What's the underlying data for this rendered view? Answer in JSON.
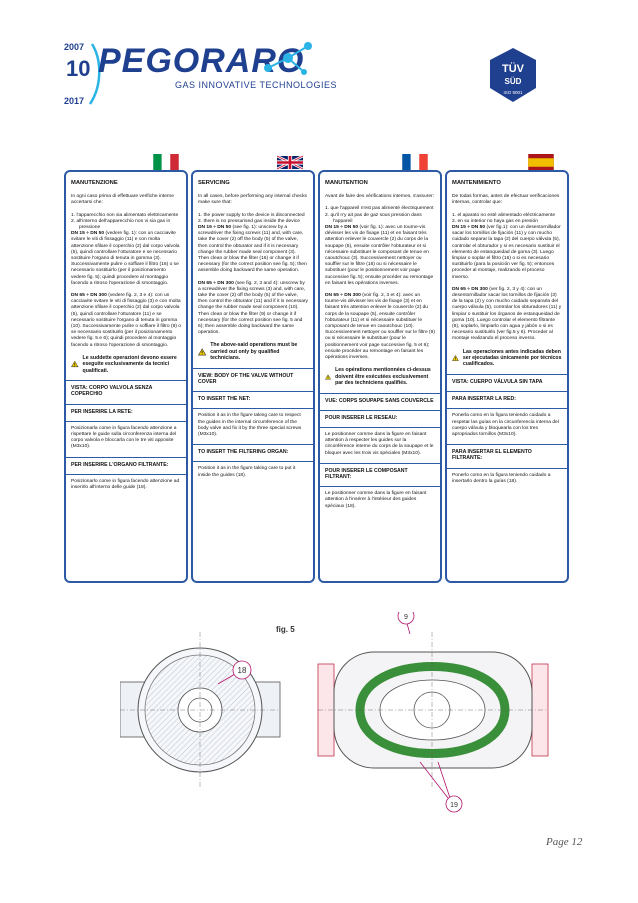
{
  "header": {
    "brand": "PEGORARO",
    "tagline": "GAS INNOVATIVE TECHNOLOGIES",
    "badge_year_top": "2007",
    "badge_number": "10",
    "badge_year_bottom": "2017",
    "cert_top": "TÜV",
    "cert_mid": "SÜD",
    "cert_bottom": "ISO 9001"
  },
  "colors": {
    "brand_blue": "#1f3f8f",
    "frame_blue": "#2d5aa5",
    "accent_cyan": "#2bb3e6",
    "warn_yellow": "#f4d000"
  },
  "columns": [
    {
      "lang": "it",
      "flag_icon": "italy-flag-icon",
      "title": "MANUTENZIONE",
      "intro": "In ogni caso prima di effettuare verifiche interne accertarsi che:",
      "checks": [
        "1. l'apparecchio non sia alimentato elettricamente",
        "2. all'interno dell'apparecchio non vi sia gas in pressione"
      ],
      "dn_small_head": "DN 15 ÷ DN 50",
      "dn_small": " (vedere fig. 1): con un cacciavite svitare le viti di fissaggio (11) e con molta attenzione sfilare il coperchio (2) dal corpo valvola (5), quindi controllare l'otturatore e se necessario sostituire l'organo di tenuta in gomma (3). Successivamente pulire o soffiare il filtro (16) o se necessario sostituirlo (per il posizionamento vedere fig. 5); quindi procedere al montaggio facendo a ritroso l'operazione di smontaggio.",
      "dn_large_head": "DN 65 ÷ DN 300",
      "dn_large": " (vedere fig. 2, 3 e 4): con un cacciavite svitare le viti di fissaggio (3) e con molta attenzione sfilare il coperchio (2) dal corpo valvola (5), quindi controllare l'otturatore (11) e se necessario sostituire l'organo di tenuta in gomma (10). Successivamente pulire o soffiare il filtro (9) o se necessario sostituirlo (per il posizionamento vedere fig. 5 e 6); quindi procedere al montaggio facendo a ritroso l'operazione di smontaggio.",
      "warning": "Le suddette operazioni devono essere eseguite esclusivamente da tecnici qualificati.",
      "view": "VISTA: CORPO VALVOLA SENZA COPERCHIO",
      "net_title": "PER INSERIRE LA RETE:",
      "net": "Posizionarla come in figura facendo attenzione a rispettare le guide sulla circonferenza interna del corpo valvola e bloccarla con le tre viti apposite (M3x10).",
      "organ_title": "PER INSERIRE L'ORGANO FILTRANTE:",
      "organ": "Posizionarlo come in figura facendo attenzione ad inserirlo all'interno delle guide (18)."
    },
    {
      "lang": "en",
      "flag_icon": "uk-flag-icon",
      "title": "SERVICING",
      "intro": "In all cases, before performing any internal checks make sure that:",
      "checks": [
        "1. the power supply to the device is disconnected",
        "2. there is no pressurised gas inside the device"
      ],
      "dn_small_head": "DN 15 ÷ DN 50",
      "dn_small": " (see fig. 1): unscrew by a screwdriver the fixing screws (11) and, with care, take the cover (2) off the body (5) of the valve, then control the obturator and if it is necessary change the rubber made seal component (3). Then clean or blow the filter (16) or change it if necessary (for the correct position see fig. 5); then assemble doing backward the same operation.",
      "dn_large_head": "DN 65 ÷ DN 300",
      "dn_large": " (see fig. 2, 3 and 4): unscrew by a screwdriver the fixing screws (3) and, with care, take the cover (2) off the body (5) of the valve, then control the obturator (11) and if it is necessary change the rubber made seal component (10). Then clean or blow the filter (9) or change it if necessary (for the correct position see fig. 5 and 6); then assemble doing backward the same operation.",
      "warning": "The above-said operations must be carried out only by qualified technicians.",
      "view": "VIEW: BODY OF THE VALVE WITHOUT COVER",
      "net_title": "TO INSERT THE NET:",
      "net": "Position it as in the figure taking care to respect the guides in the internal circumference of the body valve and fix it by the three special screws (M3x10).",
      "organ_title": "TO INSERT THE FILTERING ORGAN:",
      "organ": "Position it as in the figure taking care to put it inside the guides (18)."
    },
    {
      "lang": "fr",
      "flag_icon": "france-flag-icon",
      "title": "MANUTENTION",
      "intro": "Avant de faire des vérifications internes, s'assurer:",
      "checks": [
        "1. que l'appareil n'est pas alimenté électriquement",
        "2. qu'il n'y ait pas de gaz sous pression dans l'appareil"
      ],
      "dn_small_head": "DN 15 ÷ DN 50",
      "dn_small": " (voir fig. 1): avec un tourne-vis dévisser les vis de fixage (11) et en faisant très attention enlever le couvercle (2) du corps de la soupape (5), ensuite contrôler l'obturateur et si nécessaire substituer le composant de tenue en caoutchouc (3). Successivement nettoyer ou souffler sur le filtre (16) ou si nécessaire le substituer (pour le positionnement voir page successive fig. 5); ensuite procéder au remontage en faisant les opérations inverses.",
      "dn_large_head": "DN 65 ÷ DN 300",
      "dn_large": " (voir fig. 2, 3 et 4): avec un tourne-vis dévisser les vis de fixage (3) et en faisant très attention enlever le couvercle (2) du corps de la soupape (5), ensuite contrôler l'obturateur (11) et si nécessaire substituer le composant de tenue en caoutchouc (10). Successivement nettoyer ou souffler sur le filtre (9) ou si nécessaire le substituer (pour le positionnement voir page successive fig. 5 et 6); ensuite procéder au remontage en faisant les opérations inverses.",
      "warning": "Les opérations mentionnées ci-dessus doivent être exécutées exclusivement par des techniciens qualifiés.",
      "view": "VUE: CORPS SOUPAPE SANS COUVERCLE",
      "net_title": "POUR INSERER LE RESEAU:",
      "net": "Le positionner comme dans la figure en faisant attention à respecter les guides sur la circonférence interne du corps de la soupape et le bloquer avec les trois vis spéciales (M3x10).",
      "organ_title": "POUR INSERER LE COMPOSANT FILTRANT:",
      "organ": "Le positionner comme dans la figure en faisant attention à l'insérer à l'intérieur des guides spéciaux (18)."
    },
    {
      "lang": "es",
      "flag_icon": "spain-flag-icon",
      "title": "MANTENIMIENTO",
      "intro": "De todas formas, antes de efectuar verificaciones internas, controlar que:",
      "checks": [
        "1. el aparato no esté alimentado eléctricamente",
        "2. en su interior no haya gas en presión"
      ],
      "dn_small_head": "DN 15 ÷ DN 50",
      "dn_small": " (ver fig.1): con un desentornillador sacar los tornillos de fijación (11) y con mucho cuidado separar la tapa (2) del cuerpo válvula (5), controlar el obturador y si es necesario sustituir el elemento de estanqueidad de goma (3). Luego limpiar o soplar el filtro (16) o si es necesario sustituirlo (para la posición ver fig. 5); entonces proceder al montaje, realizando el proceso inverso.",
      "dn_large_head": "DN 65 ÷ DN 300",
      "dn_large": " (ver fig. 2, 3 y 4): con un desentornillador sacar los tornillos de fijación (3) de la tapa (2) y con mucho cuidado separarla del cuerpo válvula (5), controlar los obturadores (11) y limpiar o sustituir los órganos de estanqueidad de goma (10). Luego controlar el elemento filtrante (9), soplarlo, limpiarlo con agua y jabón o si es necesario sustituirlo (ver fig.5 y 6). Proceder al montaje realizando el proceso inverso.",
      "warning": "Las operaciones antes indicadas deben ser ejecutadas únicamente por técnicos cualificados.",
      "view": "VISTA: CUERPO VÁLVULA SIN TAPA",
      "net_title": "PARA INSERTAR LA RED:",
      "net": "Ponerla como en la figura teniendo cuidado a respetar las guías en la circunferencia interna del cuerpo válvula y bloquearla con los tres apropriados tornillos (M3x10).",
      "organ_title": "PARA INSERTAR EL ELEMENTO FILTRANTE:",
      "organ": "Ponerlo como en la figura teniendo cuidado a insertarlo dentro la guías (18)."
    }
  ],
  "figure": {
    "label": "fig. 5",
    "callout_18": "18",
    "callout_9": "9",
    "callout_19": "19"
  },
  "footer": {
    "page_word": "Page",
    "page_number": "12"
  }
}
